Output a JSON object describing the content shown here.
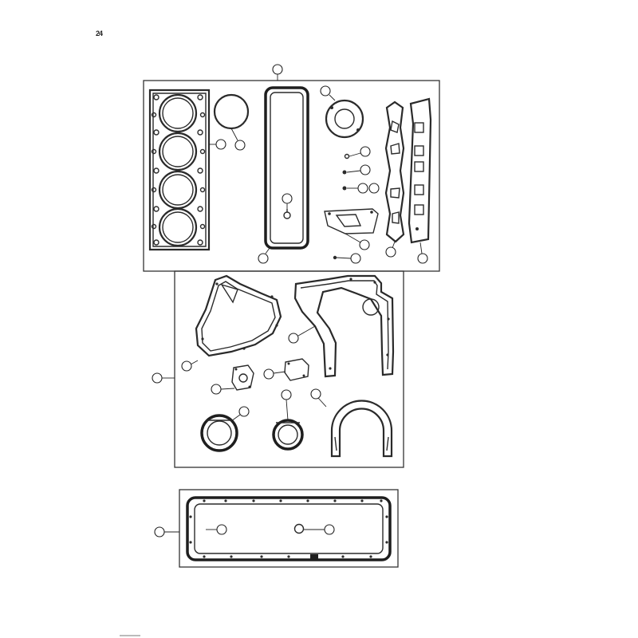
{
  "page": {
    "label": "24"
  },
  "diagram": {
    "panels": [
      {
        "name": "upper-gasket-set"
      },
      {
        "name": "timing-cover-gasket-set"
      },
      {
        "name": "oil-pan-gasket"
      }
    ]
  }
}
